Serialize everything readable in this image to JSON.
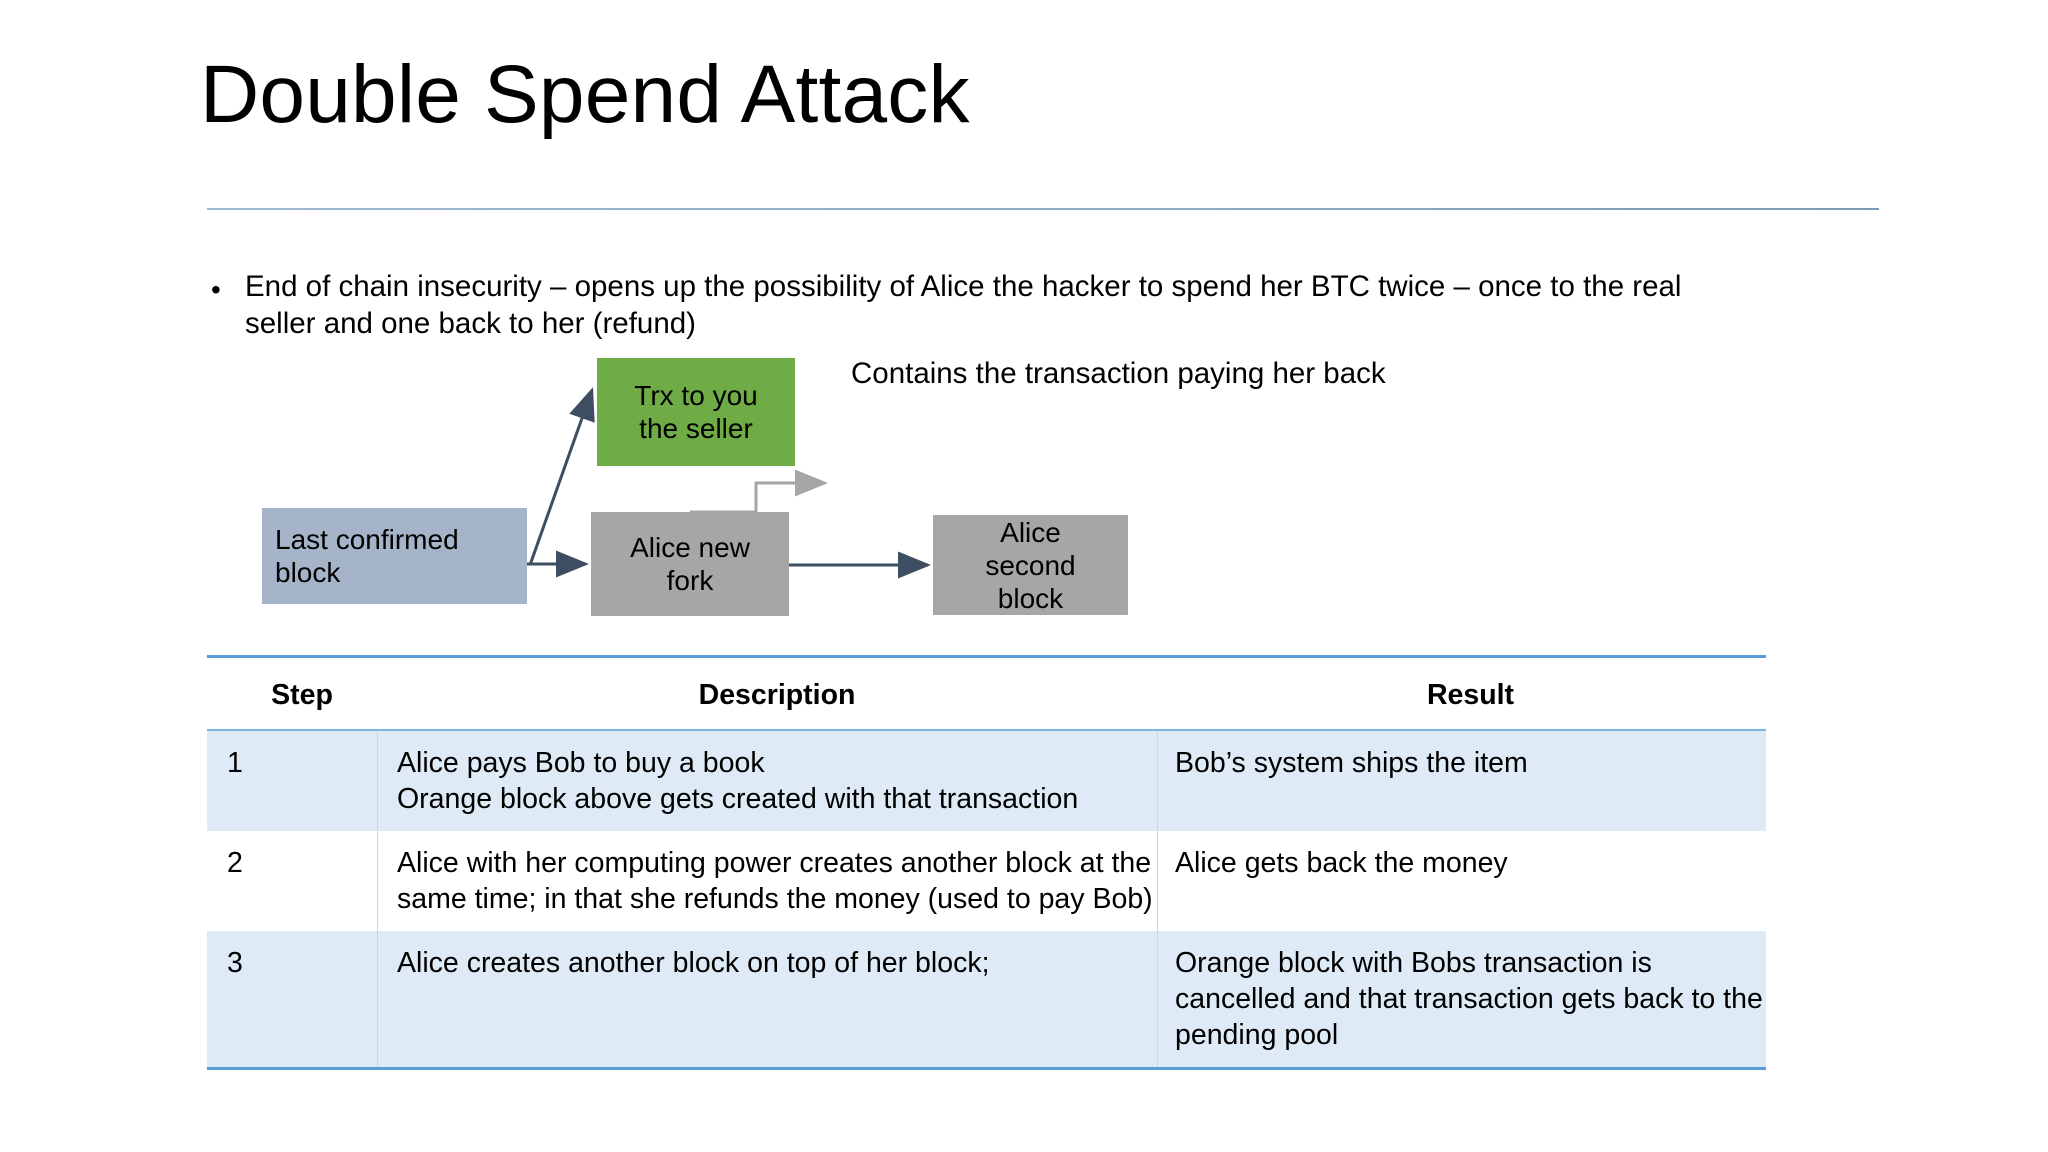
{
  "slide": {
    "title": "Double Spend Attack",
    "bullet_marker": "•",
    "bullet": "End of chain insecurity – opens up the possibility of Alice the hacker to spend her BTC twice – once to the real seller and one back to her (refund)"
  },
  "diagram": {
    "nodes": {
      "green_block": "Trx to you\nthe seller",
      "blue_block": "Last  confirmed block",
      "fork_block": "Alice new\nfork",
      "second_block": "Alice\nsecond\nblock"
    },
    "annotation": "Contains the transaction paying her back",
    "colors": {
      "green": "#6FAC46",
      "blue_gray": "#A5B4C8",
      "gray": "#A6A6A6",
      "arrow_navy": "#3E4E62",
      "arrow_gray": "#A6A6A6"
    }
  },
  "table": {
    "headers": [
      "Step",
      "Description",
      "Result"
    ],
    "rows": [
      {
        "step": "1",
        "description_lines": [
          "Alice pays Bob to buy a book",
          "Orange block above gets created with that transaction"
        ],
        "result_lines": [
          "Bob’s system ships the item"
        ]
      },
      {
        "step": "2",
        "description_lines": [
          "Alice with her computing power creates another block at the same time; in that she refunds the money (used to pay Bob)"
        ],
        "result_lines": [
          "Alice gets back the money"
        ]
      },
      {
        "step": "3",
        "description_lines": [
          "Alice creates another block on top of her block;"
        ],
        "result_lines": [
          "Orange block with Bobs transaction is cancelled and that transaction gets back to the pending pool"
        ]
      }
    ],
    "colors": {
      "rule": "#5B9BD5",
      "band": "#DEEAF6"
    }
  }
}
